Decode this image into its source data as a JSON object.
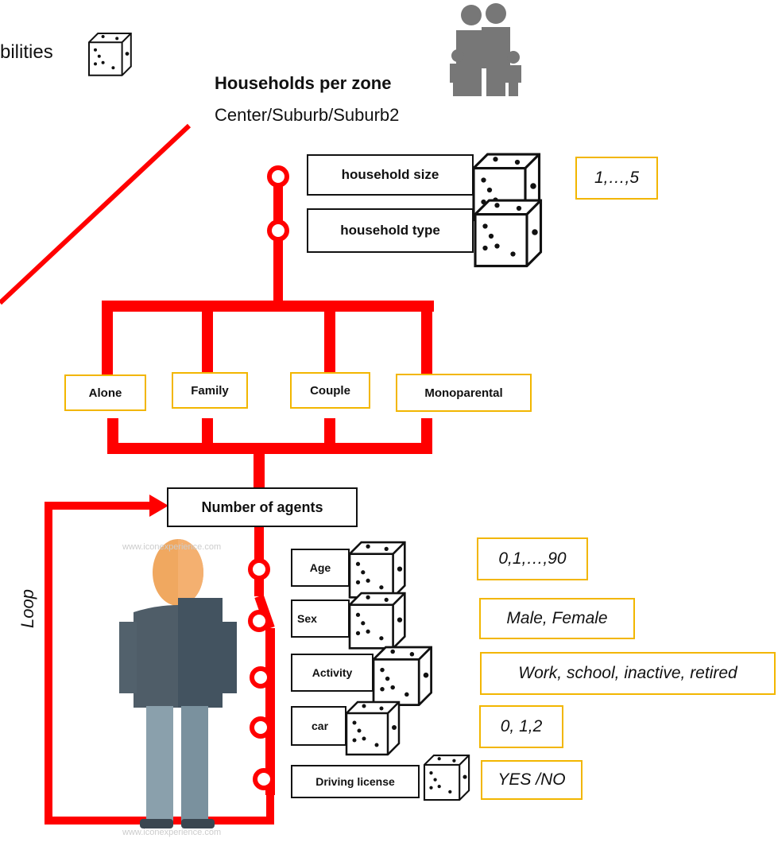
{
  "top_left_label": "bilities",
  "households": {
    "title": "Households per zone",
    "zones": "Center/Suburb/Suburb2"
  },
  "household_attrs": [
    {
      "label": "household size",
      "values": "1,…,5"
    },
    {
      "label": "household type"
    }
  ],
  "household_types": [
    "Alone",
    "Family",
    "Couple",
    "Monoparental"
  ],
  "agents_label": "Number of agents",
  "agent_attrs": [
    {
      "label": "Age",
      "values": "0,1,…,90"
    },
    {
      "label": "Sex",
      "values": "Male, Female"
    },
    {
      "label": "Activity",
      "values": "Work, school, inactive, retired"
    },
    {
      "label": "car",
      "values": "0, 1,2"
    },
    {
      "label": "Driving license",
      "values": "YES /NO"
    }
  ],
  "loop_label": "Loop",
  "watermark": "www.iconexperience.com",
  "colors": {
    "line": "#ff0000",
    "value_border": "#f2b600",
    "family_icon": "#777777"
  },
  "icons": [
    "dice-icon",
    "family-icon",
    "person-icon"
  ]
}
